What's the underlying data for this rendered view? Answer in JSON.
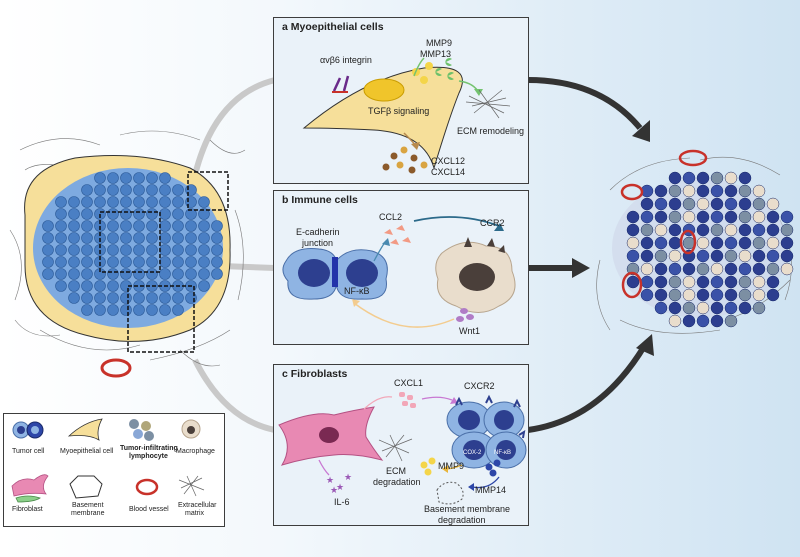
{
  "panels": {
    "a": {
      "title": "a Myoepithelial cells",
      "integrin": "αvβ6 integrin",
      "mmp9": "MMP9",
      "mmp13": "MMP13",
      "tgfb": "TGFβ signaling",
      "ecm": "ECM remodeling",
      "cxcl12": "CXCL12",
      "cxcl14": "CXCL14"
    },
    "b": {
      "title": "b Immune cells",
      "ecad1": "E-cadherin",
      "ecad2": "junction",
      "ccl2": "CCL2",
      "ccr2": "CCR2",
      "nfkb": "NF-κB",
      "wnt1": "Wnt1"
    },
    "c": {
      "title": "c Fibroblasts",
      "cxcl1": "CXCL1",
      "cxcr2": "CXCR2",
      "cox2": "COX-2",
      "nfkb": "NF-κB",
      "il6": "IL-6",
      "ecm1": "ECM",
      "ecm2": "degradation",
      "mmp9": "MMP9",
      "mmp14": "MMP14",
      "bm1": "Basement membrane",
      "bm2": "degradation"
    }
  },
  "legend": {
    "tumor_cell": "Tumor cell",
    "myoepithelial_cell": "Myoepithelial cell",
    "til1": "Tumor-infiltrating",
    "til2": "lymphocyte",
    "macrophage": "Macrophage",
    "fibroblast": "Fibroblast",
    "bm1": "Basement",
    "bm2": "membrane",
    "blood_vessel": "Blood vessel",
    "ecm1": "Extracellular",
    "ecm2": "matrix"
  },
  "colors": {
    "tumor": "#4a7fc4",
    "tumor_dark": "#2c3e8f",
    "myo": "#f6df9a",
    "fibroblast": "#e889b3",
    "vessel": "#c8322a",
    "macrophage": "#e9ddcc",
    "panel_bg": "#eaf2f9"
  }
}
